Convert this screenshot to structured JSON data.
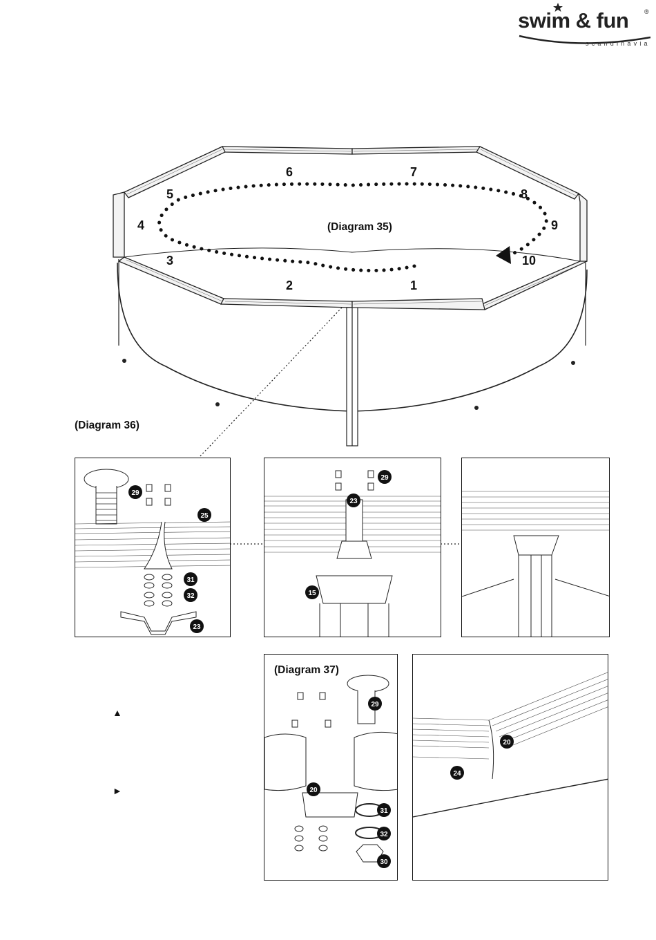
{
  "brand": {
    "name": "swim & fun",
    "sub": "scandinavia",
    "reg": "®"
  },
  "diagram35": {
    "caption": "(Diagram 35)",
    "positions": [
      "1",
      "2",
      "3",
      "4",
      "5",
      "6",
      "7",
      "8",
      "9",
      "10"
    ]
  },
  "diagram36": {
    "caption": "(Diagram  36)",
    "callouts": {
      "screw": "29",
      "rail": "25",
      "washer": "31",
      "lockwasher": "32",
      "plate": "23",
      "cap": "15"
    }
  },
  "diagram37": {
    "caption": "(Diagram 37)",
    "callouts": {
      "screw": "29",
      "plate": "20",
      "washer": "31",
      "lockwasher": "32",
      "nut": "30",
      "wall": "24"
    }
  },
  "legend": {
    "triangle_up": "▲",
    "triangle_right": "►"
  }
}
